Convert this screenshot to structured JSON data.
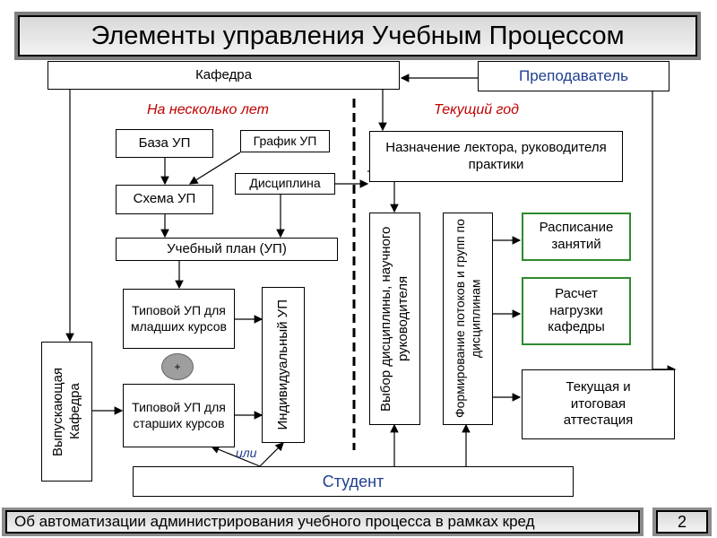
{
  "title": "Элементы управления Учебным Процессом",
  "labels": {
    "several_years": "На несколько лет",
    "current_year": "Текущий год",
    "or": "или",
    "plus": "+"
  },
  "boxes": {
    "kafedra": "Кафедра",
    "teacher": "Преподаватель",
    "base_up": "База УП",
    "schedule_up": "График УП",
    "scheme_up": "Схема УП",
    "discipline": "Дисциплина",
    "study_plan": "Учебный план (УП)",
    "typical_junior": "Типовой УП для младших курсов",
    "typical_senior": "Типовой УП для старших курсов",
    "individual_up": "Индивидуальный УП",
    "graduating_dept": "Выпускающая Кафедра",
    "assign_lecturer": "Назначение лектора, руководителя практики",
    "choose_disciplines": "Выбор дисциплины, научного руководителя",
    "form_streams": "Формирование потоков и групп по дисциплинам",
    "timetable": "Расписание занятий",
    "load_calc": "Расчет нагрузки кафедры",
    "attestation": "Текущая и итоговая аттестация",
    "student": "Студент"
  },
  "footer": {
    "text": "Об автоматизации администрирования учебного процесса в рамках кред",
    "page": "2"
  },
  "colors": {
    "accent_red": "#c00000",
    "accent_green": "#2e8b2e",
    "blue_text": "#1f3f8f"
  }
}
